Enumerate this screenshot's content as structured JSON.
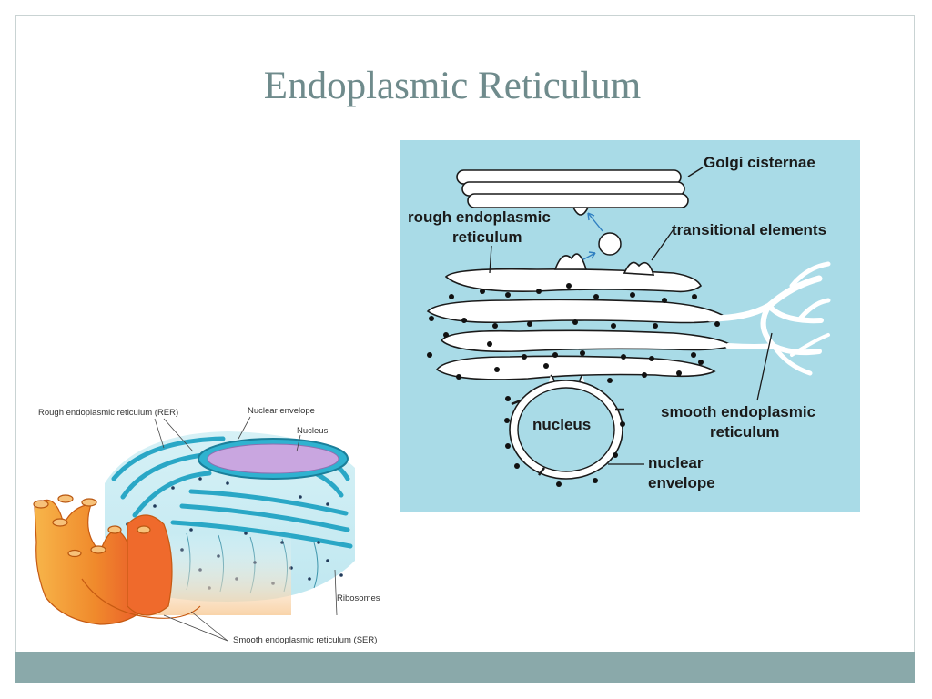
{
  "slide": {
    "title": "Endoplasmic Reticulum"
  },
  "colors": {
    "title": "#6f8b8c",
    "footer_bar": "#8aa9aa",
    "right_panel_bg": "#a9dbe7",
    "rer_blue": "#37b7d3",
    "ser_orange": "#f29a2e",
    "nucleus_purple": "#c9a6e0"
  },
  "right_diagram": {
    "labels": {
      "golgi": "Golgi cisternae",
      "rough_line1": "rough endoplasmic",
      "rough_line2": "reticulum",
      "transitional": "transitional elements",
      "nucleus": "nucleus",
      "smooth_line1": "smooth endoplasmic",
      "smooth_line2": "reticulum",
      "envelope_line1": "nuclear",
      "envelope_line2": "envelope"
    }
  },
  "left_diagram": {
    "labels": {
      "rer": "Rough endoplasmic reticulum (RER)",
      "nuclear_envelope": "Nuclear envelope",
      "nucleus": "Nucleus",
      "ribosomes": "Ribosomes",
      "ser": "Smooth endoplasmic reticulum (SER)"
    }
  }
}
